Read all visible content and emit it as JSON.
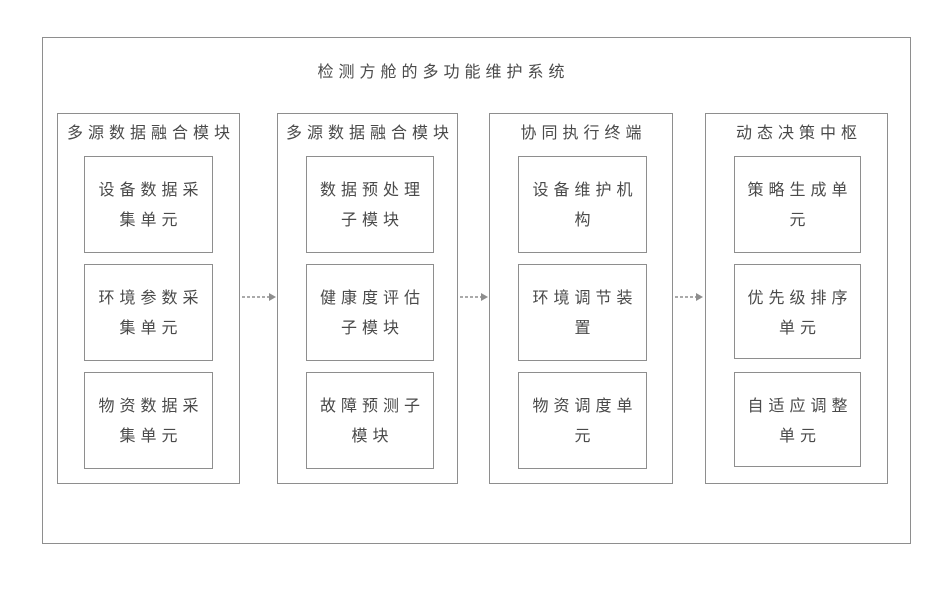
{
  "title": "检测方舱的多功能维护系统",
  "columns": [
    {
      "header": "多源数据融合模块",
      "units": [
        {
          "lines": [
            "设备数据采",
            "集单元"
          ]
        },
        {
          "lines": [
            "环境参数采",
            "集单元"
          ]
        },
        {
          "lines": [
            "物资数据采",
            "集单元"
          ]
        }
      ]
    },
    {
      "header": "多源数据融合模块",
      "units": [
        {
          "lines": [
            "数据预处理",
            "子模块"
          ]
        },
        {
          "lines": [
            "健康度评估",
            "子模块"
          ]
        },
        {
          "lines": [
            "故障预测子",
            "模块"
          ]
        }
      ]
    },
    {
      "header": "协同执行终端",
      "units": [
        {
          "lines": [
            "设备维护机",
            "构"
          ]
        },
        {
          "lines": [
            "环境调节装",
            "置"
          ]
        },
        {
          "lines": [
            "物资调度单",
            "元"
          ]
        }
      ]
    },
    {
      "header": "动态决策中枢",
      "units": [
        {
          "lines": [
            "策略生成单",
            "元"
          ]
        },
        {
          "lines": [
            "优先级排序",
            "单元"
          ]
        },
        {
          "lines": [
            "自适应调整",
            "单元"
          ]
        }
      ]
    }
  ],
  "connector_icon": "dotted-arrow-right-icon",
  "colors": {
    "line": "#8e8e8e",
    "text": "#4a4a4a",
    "background": "#ffffff"
  }
}
